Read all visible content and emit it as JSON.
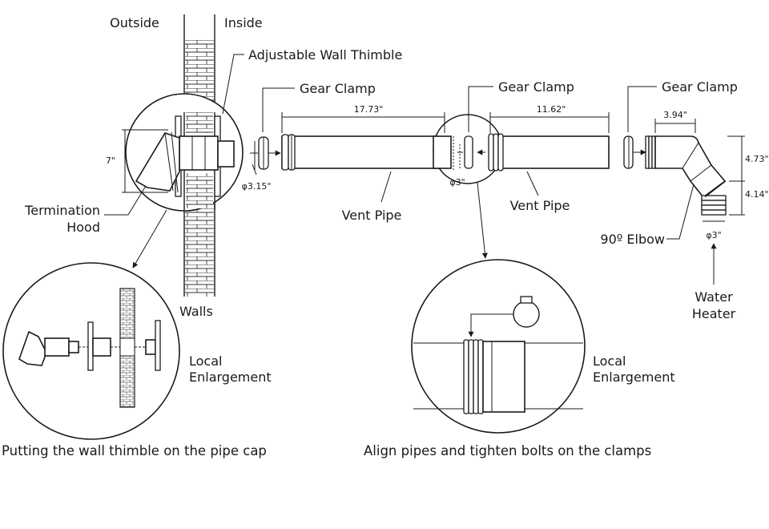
{
  "labels": {
    "outside": "Outside",
    "inside": "Inside",
    "adjustable_wall_thimble": "Adjustable Wall Thimble",
    "gear_clamp_1": "Gear Clamp",
    "gear_clamp_2": "Gear Clamp",
    "gear_clamp_3": "Gear Clamp",
    "termination_hood_line1": "Termination",
    "termination_hood_line2": "Hood",
    "vent_pipe_1": "Vent Pipe",
    "vent_pipe_2": "Vent Pipe",
    "elbow": "90º Elbow",
    "water_heater_line1": "Water",
    "water_heater_line2": "Heater",
    "walls": "Walls",
    "local_enlargement_left_line1": "Local",
    "local_enlargement_left_line2": "Enlargement",
    "local_enlargement_right_line1": "Local",
    "local_enlargement_right_line2": "Enlargement"
  },
  "dimensions": {
    "hood_height": "7\"",
    "hood_diameter": "φ3.15\"",
    "pipe1_length": "17.73\"",
    "pipe_diameter": "φ3\"",
    "pipe2_length": "11.62\"",
    "elbow_width": "3.94\"",
    "elbow_height_upper": "4.73\"",
    "elbow_height_lower": "4.14\"",
    "elbow_outlet_diameter": "φ3\""
  },
  "captions": {
    "left": "Putting the wall thimble on the pipe cap",
    "right": "Align pipes and tighten bolts on the clamps"
  }
}
